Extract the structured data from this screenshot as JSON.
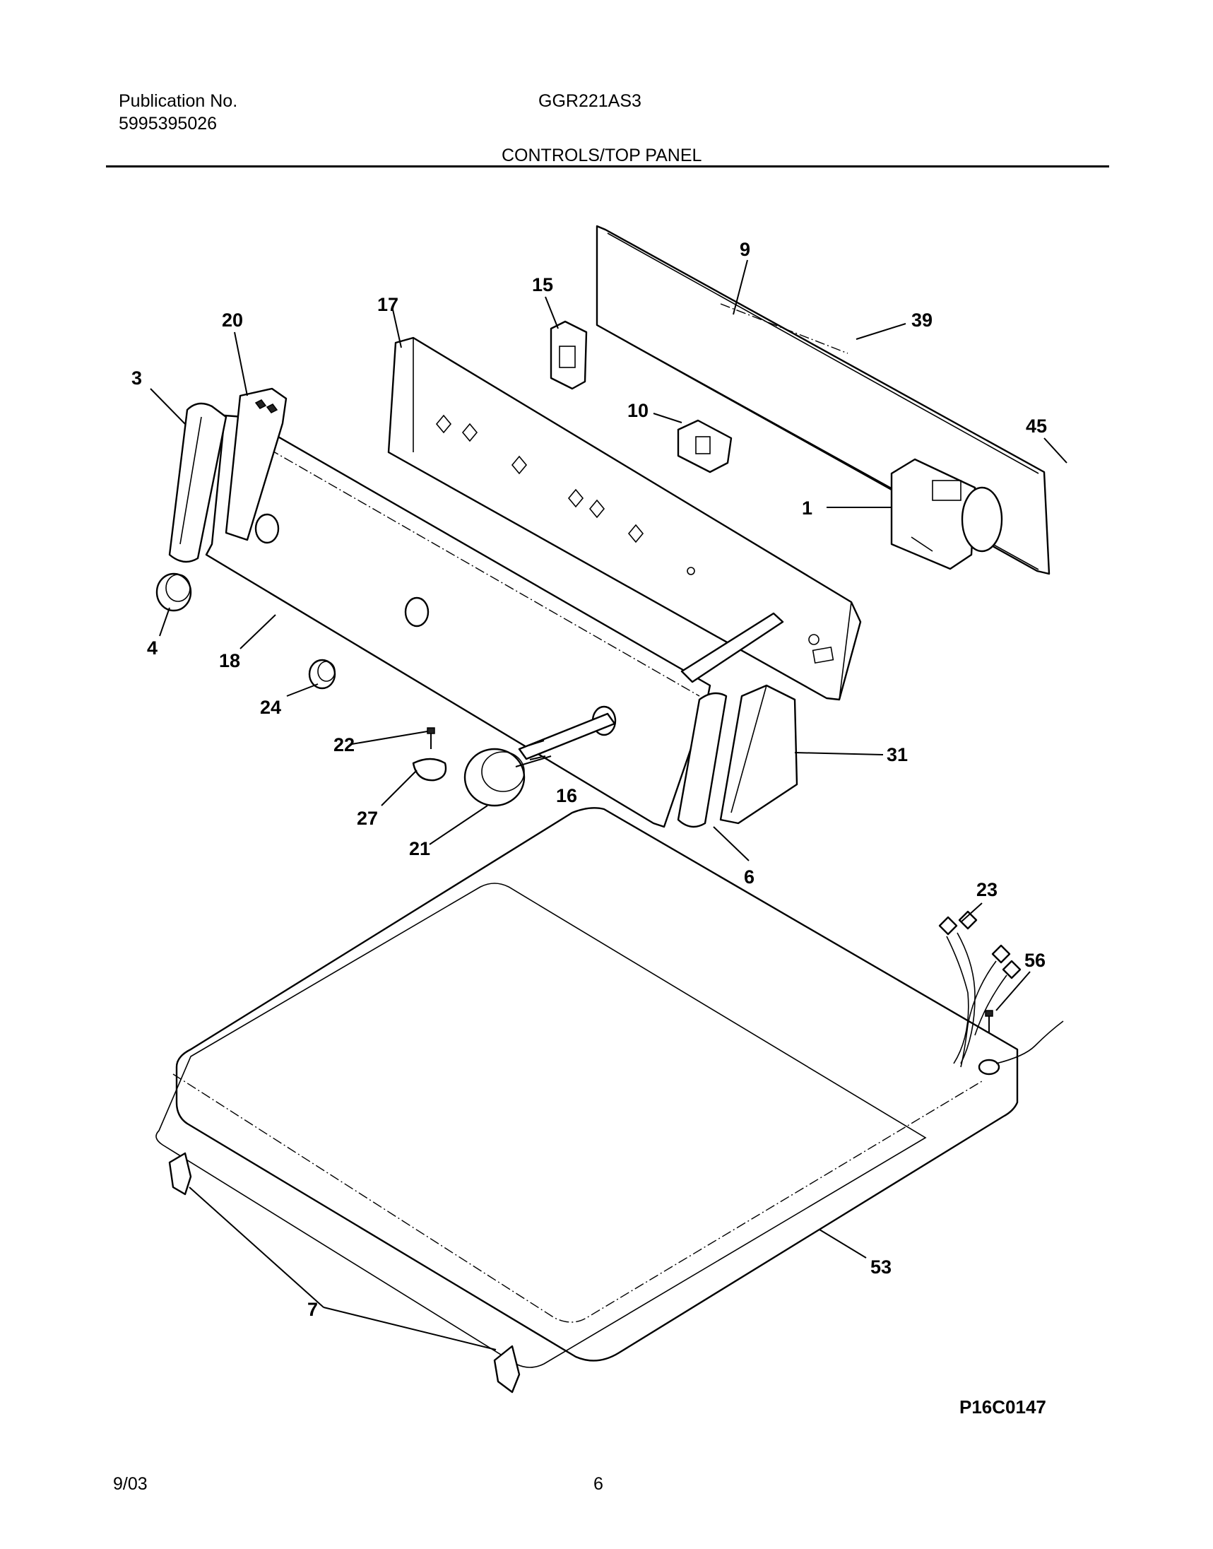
{
  "header": {
    "publication_label": "Publication No.",
    "publication_number": "5995395026",
    "model": "GGR221AS3",
    "section_title": "CONTROLS/TOP PANEL"
  },
  "figure_code": "P16C0147",
  "footer": {
    "date": "9/03",
    "page": "6"
  },
  "callouts": {
    "c1": "1",
    "c3": "3",
    "c4": "4",
    "c6": "6",
    "c7": "7",
    "c9": "9",
    "c10": "10",
    "c15": "15",
    "c16": "16",
    "c17": "17",
    "c18": "18",
    "c20": "20",
    "c21": "21",
    "c22": "22",
    "c23": "23",
    "c24": "24",
    "c27": "27",
    "c31": "31",
    "c39": "39",
    "c45": "45",
    "c53": "53",
    "c56": "56"
  }
}
